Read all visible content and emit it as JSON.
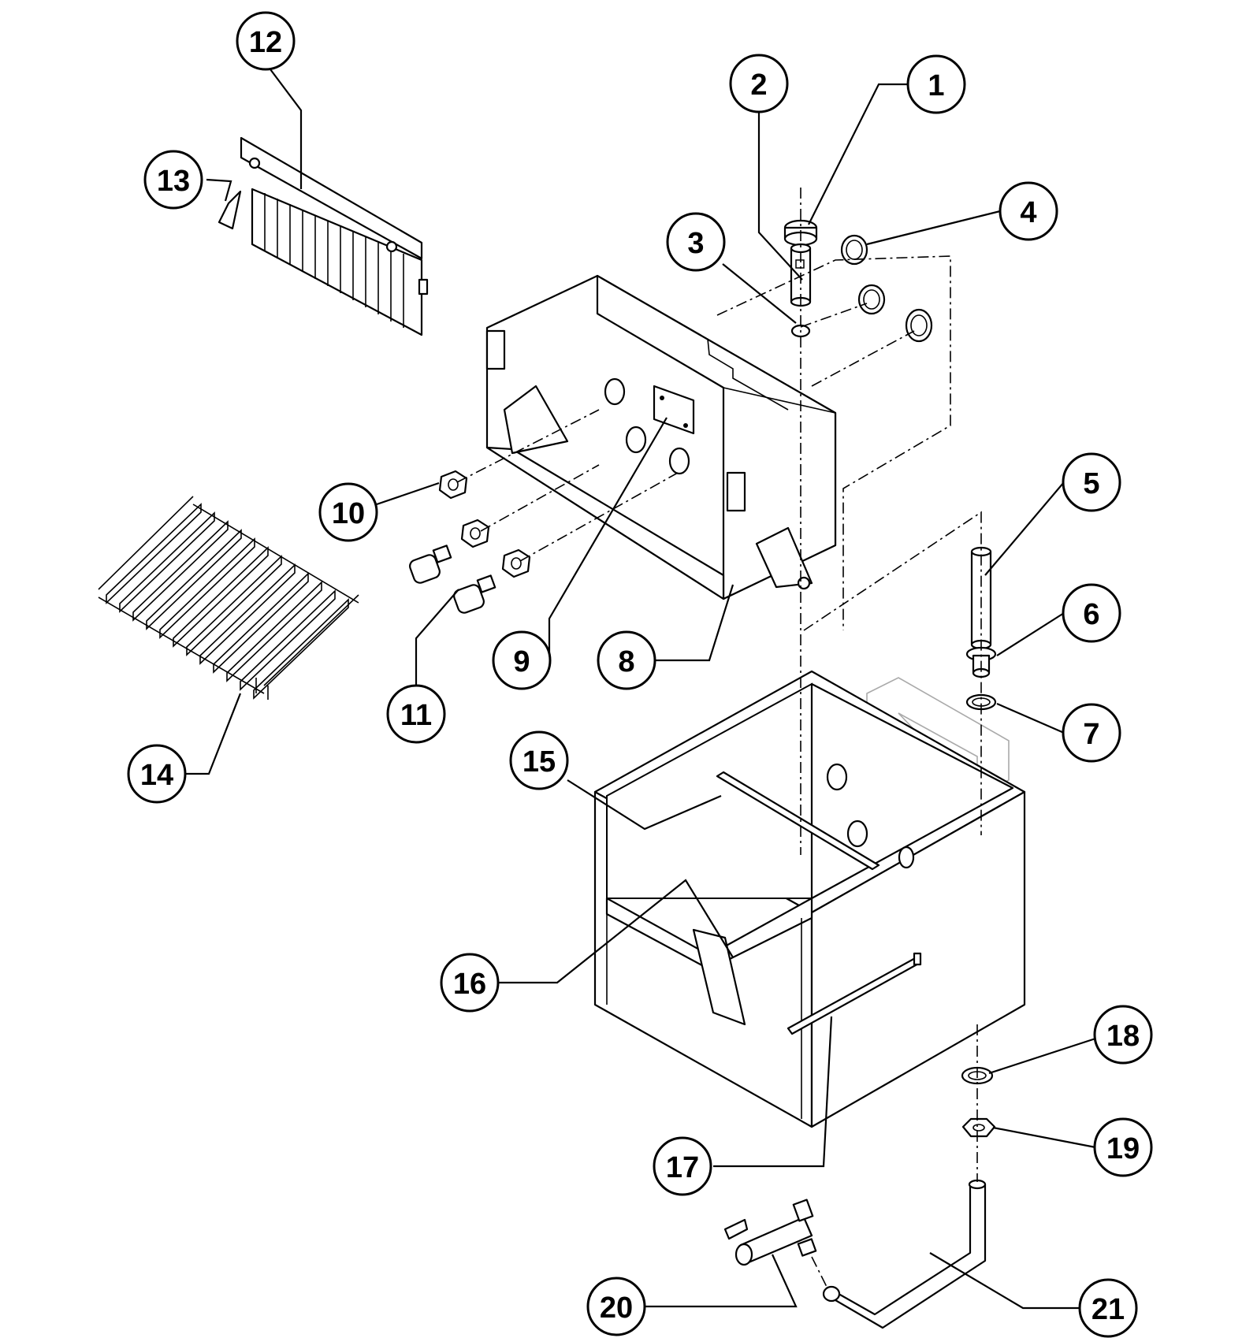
{
  "callouts": [
    {
      "num": "1"
    },
    {
      "num": "2"
    },
    {
      "num": "3"
    },
    {
      "num": "4"
    },
    {
      "num": "5"
    },
    {
      "num": "6"
    },
    {
      "num": "7"
    },
    {
      "num": "8"
    },
    {
      "num": "9"
    },
    {
      "num": "10"
    },
    {
      "num": "11"
    },
    {
      "num": "12"
    },
    {
      "num": "13"
    },
    {
      "num": "14"
    },
    {
      "num": "15"
    },
    {
      "num": "16"
    },
    {
      "num": "17"
    },
    {
      "num": "18"
    },
    {
      "num": "19"
    },
    {
      "num": "20"
    },
    {
      "num": "21"
    }
  ]
}
